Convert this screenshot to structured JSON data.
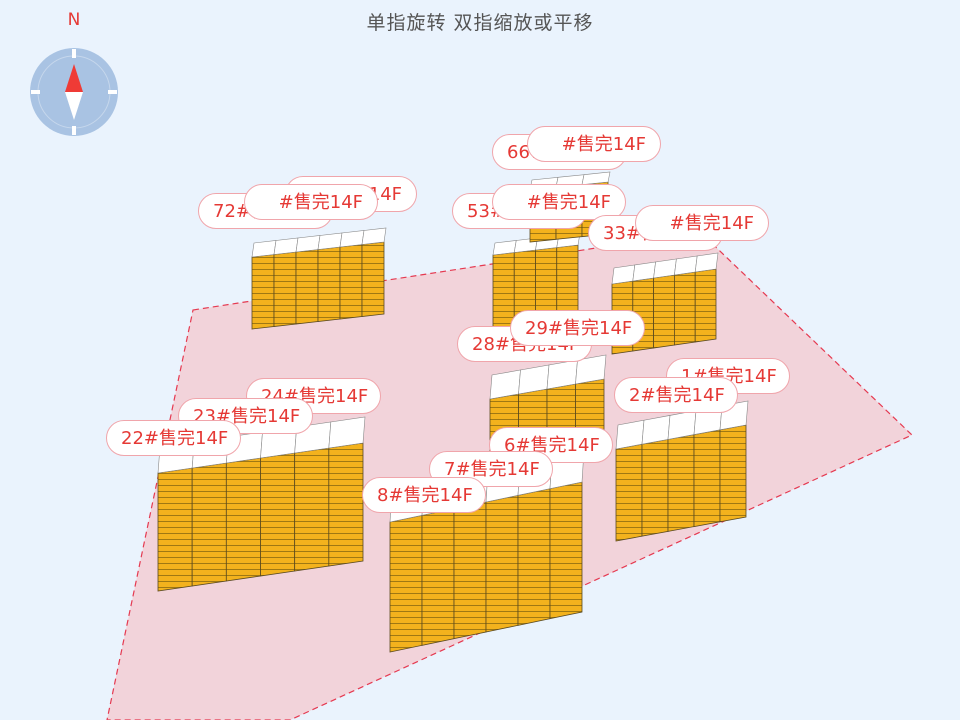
{
  "hint": "单指旋转 双指缩放或平移",
  "compass": {
    "north_label": "N",
    "icon": "compass-icon"
  },
  "colors": {
    "site_fill": "#f2d3da",
    "site_border": "#e53950",
    "facade": "#f3b21d",
    "roof": "#ffffff",
    "label_text": "#e53935",
    "label_border": "#f0a5ab",
    "compass_disc": "#a9c3e3"
  },
  "buildings": [
    {
      "id": "b72",
      "label": "72#售完14F"
    },
    {
      "id": "b73",
      "label": "#售完14F"
    },
    {
      "id": "b71",
      "label": "#售完14F"
    },
    {
      "id": "b66",
      "label": "66#售完14F"
    },
    {
      "id": "b65",
      "label": "#售完14F"
    },
    {
      "id": "b53",
      "label": "53#售完14F"
    },
    {
      "id": "b54",
      "label": "#售完14F"
    },
    {
      "id": "b33",
      "label": "33#售完14F"
    },
    {
      "id": "b32",
      "label": "#售完14F"
    },
    {
      "id": "b28",
      "label": "28#售完14F"
    },
    {
      "id": "b29",
      "label": "29#售完14F"
    },
    {
      "id": "b24",
      "label": "24#售完14F"
    },
    {
      "id": "b23",
      "label": "23#售完14F"
    },
    {
      "id": "b22",
      "label": "22#售完14F"
    },
    {
      "id": "b1",
      "label": "1#售完14F"
    },
    {
      "id": "b2",
      "label": "2#售完14F"
    },
    {
      "id": "b6",
      "label": "6#售完14F"
    },
    {
      "id": "b7",
      "label": "7#售完14F"
    },
    {
      "id": "b8",
      "label": "8#售完14F"
    }
  ]
}
